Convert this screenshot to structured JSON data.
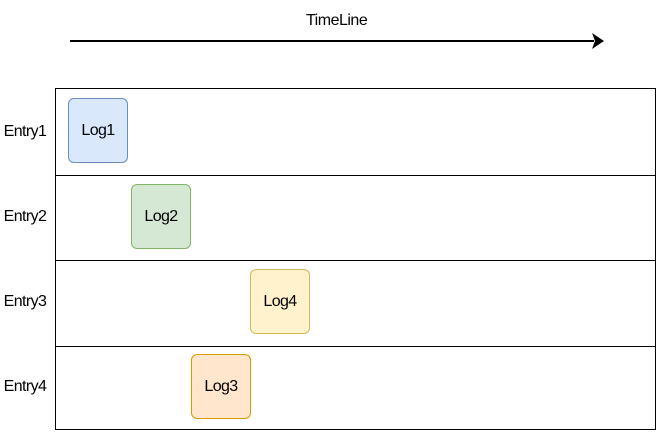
{
  "timeline": {
    "label": "TimeLine"
  },
  "entries": [
    {
      "label": "Entry1",
      "log": {
        "label": "Log1",
        "fill": "#dae8fc",
        "stroke": "#6c8ebf"
      }
    },
    {
      "label": "Entry2",
      "log": {
        "label": "Log2",
        "fill": "#d5e8d4",
        "stroke": "#82b366"
      }
    },
    {
      "label": "Entry3",
      "log": {
        "label": "Log4",
        "fill": "#fff2cc",
        "stroke": "#d6b656"
      }
    },
    {
      "label": "Entry4",
      "log": {
        "label": "Log3",
        "fill": "#ffe6cc",
        "stroke": "#d79b00"
      }
    }
  ]
}
